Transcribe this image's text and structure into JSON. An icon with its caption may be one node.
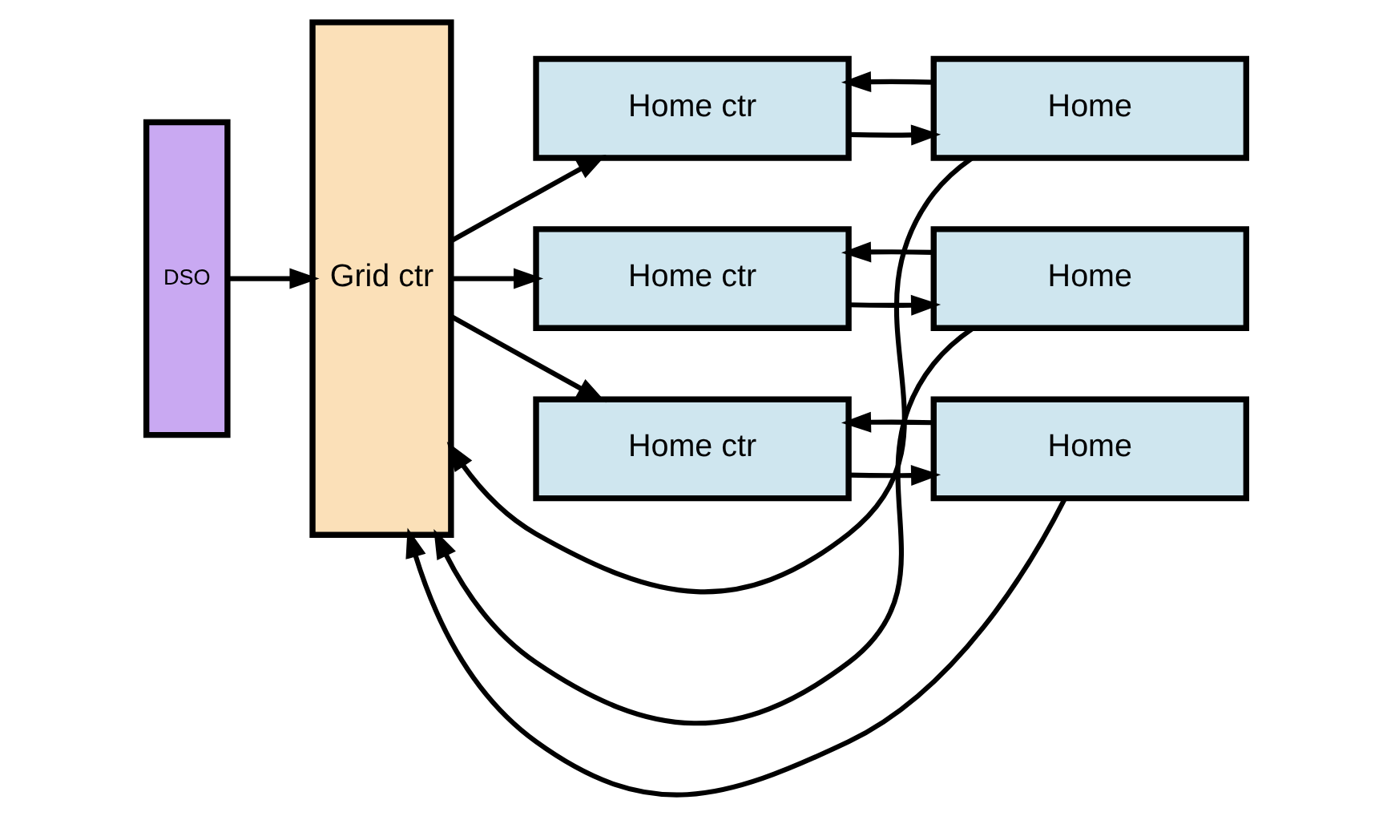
{
  "diagram": {
    "nodes": [
      {
        "text": [
          "DSO"
        ]
      },
      {
        "text": [
          "Grid ctr"
        ]
      },
      {
        "text": [
          "Home ctr"
        ]
      },
      {
        "text": [
          "Home"
        ]
      },
      {
        "text": [
          "Home ctr"
        ]
      },
      {
        "text": [
          "Home"
        ]
      },
      {
        "text": [
          "Home ctr"
        ]
      },
      {
        "text": [
          "Home"
        ]
      }
    ],
    "edges": [
      {
        "from": 0,
        "to": 1,
        "arrow": "to"
      },
      {
        "from": 1,
        "to": 2,
        "arrow": "to"
      },
      {
        "from": 1,
        "to": 4,
        "arrow": "to"
      },
      {
        "from": 1,
        "to": 6,
        "arrow": "to"
      },
      {
        "from": 2,
        "to": 3,
        "arrow": "to"
      },
      {
        "from": 4,
        "to": 5,
        "arrow": "to"
      },
      {
        "from": 6,
        "to": 7,
        "arrow": "to"
      },
      {
        "from": 3,
        "to": 2,
        "arrow": "to"
      },
      {
        "from": 3,
        "to": 1,
        "arrow": "to"
      },
      {
        "from": 5,
        "to": 4,
        "arrow": "to"
      },
      {
        "from": 5,
        "to": 1,
        "arrow": "to"
      },
      {
        "from": 7,
        "to": 6,
        "arrow": "to"
      },
      {
        "from": 7,
        "to": 1,
        "arrow": "to"
      }
    ]
  }
}
